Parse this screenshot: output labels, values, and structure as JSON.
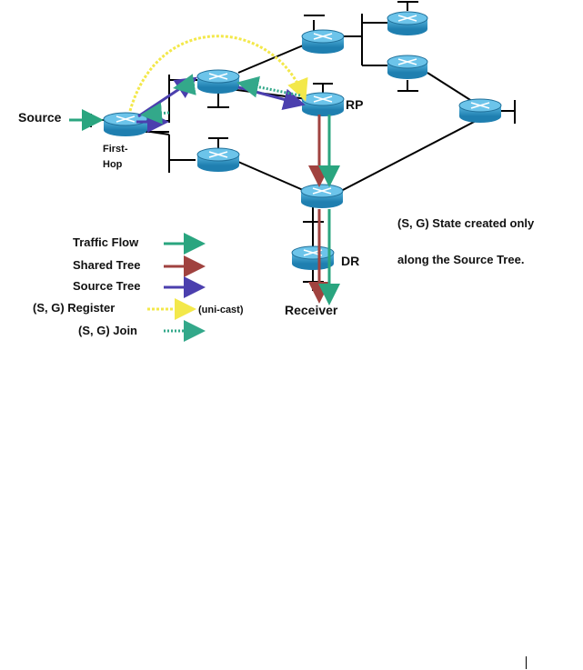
{
  "diagram": {
    "labels": {
      "source": "Source",
      "first_hop_line1": "First-",
      "first_hop_line2": "Hop",
      "rp": "RP",
      "dr": "DR",
      "receiver": "Receiver"
    },
    "legend": {
      "traffic_flow": "Traffic Flow",
      "shared_tree": "Shared Tree",
      "source_tree": "Source Tree",
      "register": "(S, G) Register",
      "unicast": "(uni-cast)",
      "join": "(S, G) Join"
    },
    "note": {
      "line1": "(S, G) State created only",
      "line2": "along the Source Tree."
    },
    "colors": {
      "traffic_flow": "#2aa57f",
      "shared_tree": "#a0423f",
      "source_tree": "#4b3fae",
      "register": "#f3e84a",
      "join": "#33a88a",
      "router": "#2b93c4",
      "link": "#000000"
    }
  }
}
